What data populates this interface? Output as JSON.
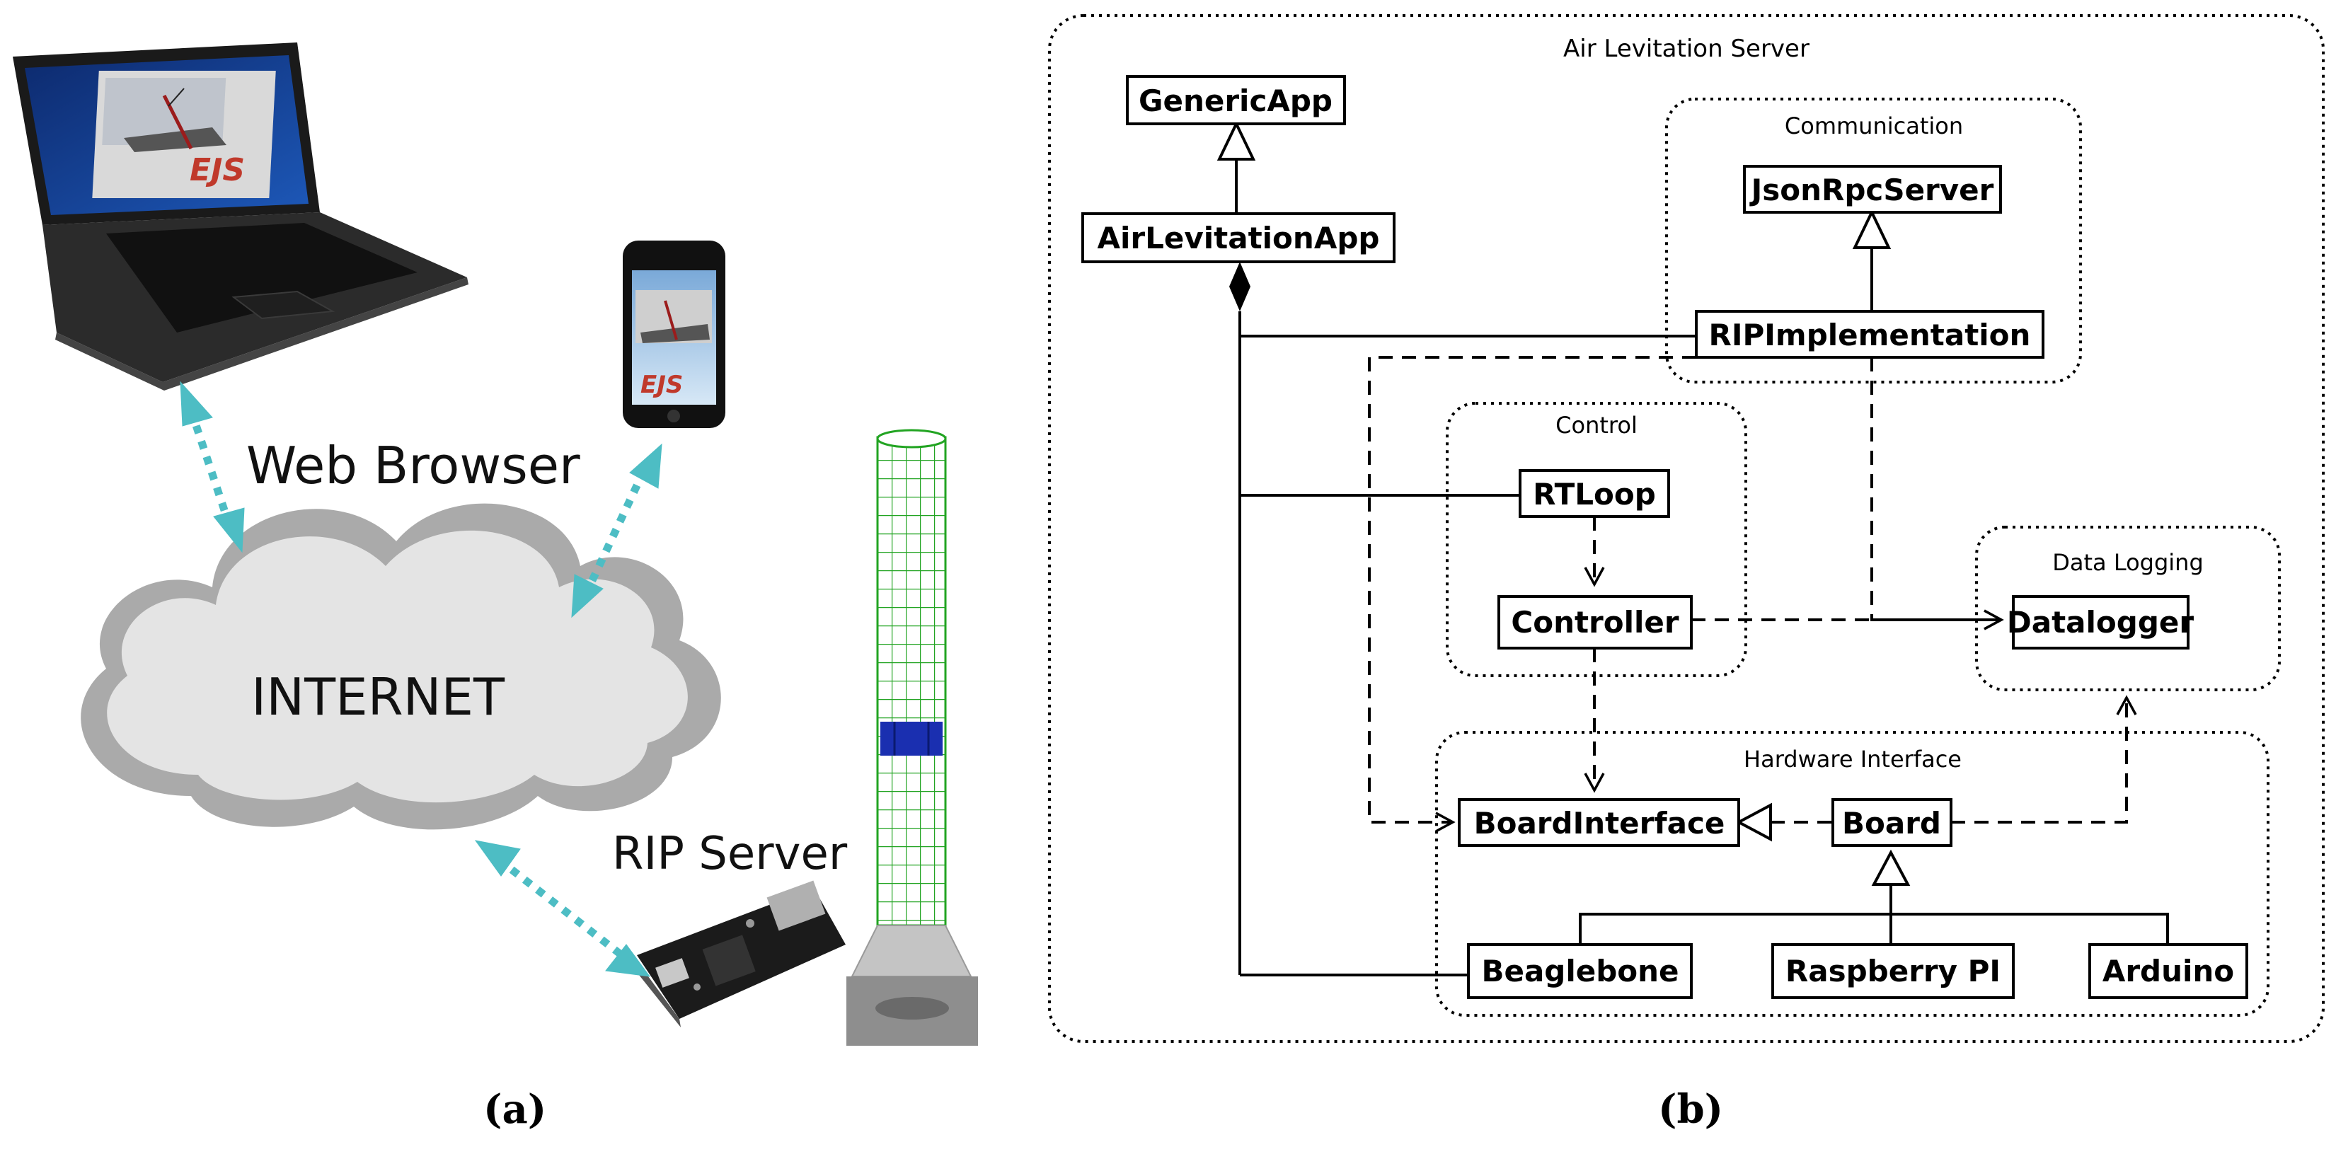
{
  "left_panel": {
    "web_browser_label": "Web Browser",
    "internet_label": "INTERNET",
    "rip_server_label": "RIP Server",
    "logo_text_laptop": "EJS",
    "logo_text_phone": "EJS"
  },
  "right_panel": {
    "server_title": "Air Levitation Server",
    "groups": {
      "communication": "Communication",
      "control": "Control",
      "data_logging": "Data Logging",
      "hardware_interface": "Hardware Interface"
    },
    "classes": {
      "generic_app": "GenericApp",
      "air_levitation_app": "AirLevitationApp",
      "json_rpc_server": "JsonRpcServer",
      "rip_implementation": "RIPImplementation",
      "rt_loop": "RTLoop",
      "controller": "Controller",
      "datalogger": "Datalogger",
      "board_interface": "BoardInterface",
      "board": "Board",
      "beaglebone": "Beaglebone",
      "raspberry_pi": "Raspberry PI",
      "arduino": "Arduino"
    }
  },
  "captions": {
    "a": "(a)",
    "b": "(b)"
  }
}
